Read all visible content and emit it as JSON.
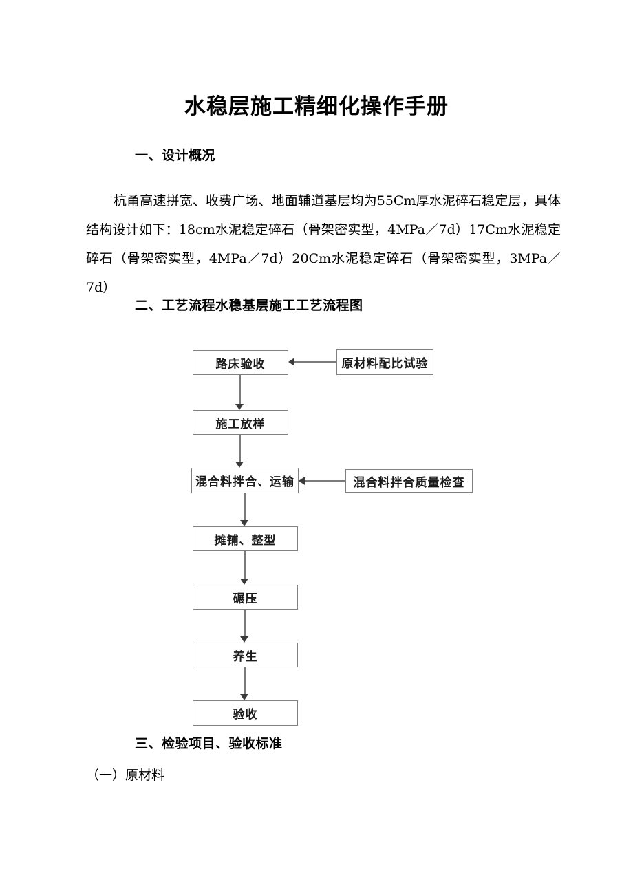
{
  "document": {
    "title": "水稳层施工精细化操作手册"
  },
  "sections": {
    "design_overview": {
      "heading": "一、设计概况",
      "paragraph": "杭甬高速拼宽、收费广场、地面辅道基层均为55Cm厚水泥碎石稳定层，具体结构设计如下：18cm水泥稳定碎石（骨架密实型，4MPa／7d）17Cm水泥稳定碎石（骨架密实型，4MPa／7d）20Cm水泥稳定碎石（骨架密实型，3MPa／7d）"
    },
    "process_flow": {
      "heading": "二、工艺流程水稳基层施工工艺流程图"
    },
    "inspection": {
      "heading": "三、检验项目、验收标准",
      "sub_item": "（一）原材料"
    }
  },
  "flowchart": {
    "type": "flow-diagram",
    "boxes": {
      "roadbed_acceptance": "路床验收",
      "construction_setout": "施工放样",
      "mixture_mixing_transport": "混合料拌合、运输",
      "paving_shaping": "摊铺、整型",
      "rolling": "碾压",
      "curing": "养生",
      "final_acceptance": "验收",
      "raw_material_mix_test": "原材料配比试验",
      "mixing_quality_check": "混合料拌合质量检查"
    },
    "main_sequence": [
      "路床验收",
      "施工放样",
      "混合料拌合、运输",
      "摊铺、整型",
      "碾压",
      "养生",
      "验收"
    ],
    "side_inputs": [
      {
        "from": "原材料配比试验",
        "to": "路床验收"
      },
      {
        "from": "混合料拌合质量检查",
        "to": "混合料拌合、运输"
      }
    ],
    "border_color": "#808080",
    "line_color": "#7a7a7a",
    "arrow_color": "#3a3a3a"
  }
}
